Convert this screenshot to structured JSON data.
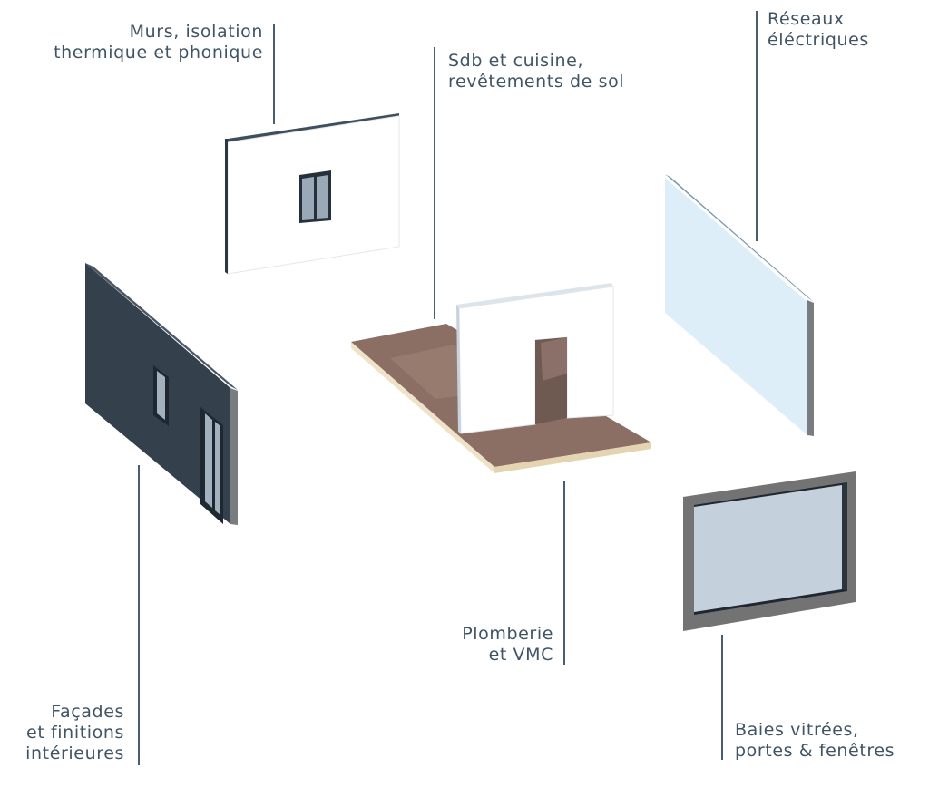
{
  "colors": {
    "label_text": "#3f5466",
    "leader_line": "#4a5e70",
    "facade_dark": "#35404d",
    "glass_light": "#ddeef8",
    "floor_wood": "#8c6f64",
    "frame_grey": "#737373"
  },
  "labels": {
    "murs": {
      "line1": "Murs, isolation",
      "line2": "thermique et phonique"
    },
    "sdb": {
      "line1": "Sdb et cuisine,",
      "line2": "revêtements de sol"
    },
    "reseaux": {
      "line1": "Réseaux",
      "line2": "éléctriques"
    },
    "facades": {
      "line1": "Façades",
      "line2": "et finitions",
      "line3": "intérieures"
    },
    "plomberie": {
      "line1": "Plomberie",
      "line2": "et VMC"
    },
    "baies": {
      "line1": "Baies vitrées,",
      "line2": "portes & fenêtres"
    }
  }
}
